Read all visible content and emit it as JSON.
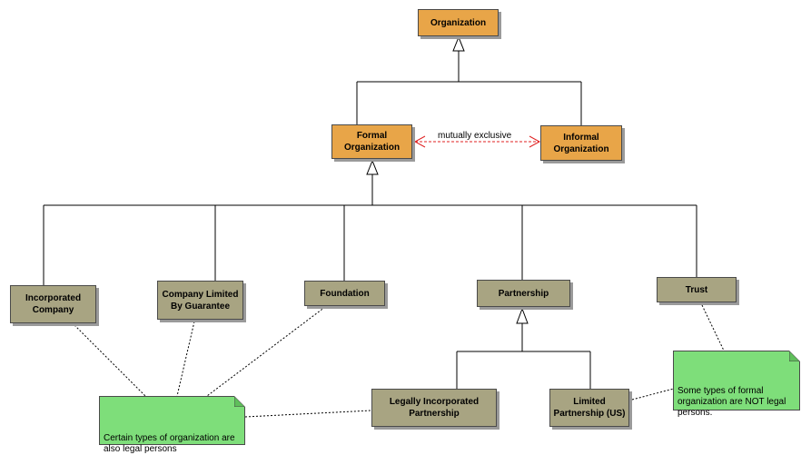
{
  "classes": {
    "organization": "Organization",
    "formal_organization": "Formal\nOrganization",
    "informal_organization": "Informal\nOrganization",
    "incorporated_company": "Incorporated\nCompany",
    "company_limited_by_guarantee": "Company Limited\nBy Guarantee",
    "foundation": "Foundation",
    "partnership": "Partnership",
    "trust": "Trust",
    "legally_incorporated_partnership": "Legally Incorporated\nPartnership",
    "limited_partnership_us": "Limited\nPartnership (US)"
  },
  "relations": {
    "mutually_exclusive": "mutually exclusive"
  },
  "notes": {
    "legal_persons": "Certain types of organization are\nalso legal persons",
    "not_legal_persons": "Some types of formal\norganization are NOT legal\npersons."
  },
  "colors": {
    "top_level_fill": "#e8a548",
    "subclass_fill": "#a8a482",
    "note_fill": "#7ede7a",
    "dependency_arrow": "#e02020"
  }
}
